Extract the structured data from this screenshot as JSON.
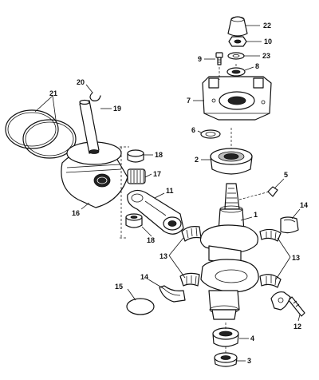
{
  "callouts": {
    "c1": "1",
    "c2": "2",
    "c3": "3",
    "c4": "4",
    "c5": "5",
    "c6": "6",
    "c7": "7",
    "c8": "8",
    "c9": "9",
    "c10": "10",
    "c11": "11",
    "c12": "12",
    "c13a": "13",
    "c13b": "13",
    "c14a": "14",
    "c14b": "14",
    "c15": "15",
    "c16": "16",
    "c17": "17",
    "c18a": "18",
    "c18b": "18",
    "c19": "19",
    "c20": "20",
    "c21": "21",
    "c22": "22",
    "c23": "23"
  }
}
